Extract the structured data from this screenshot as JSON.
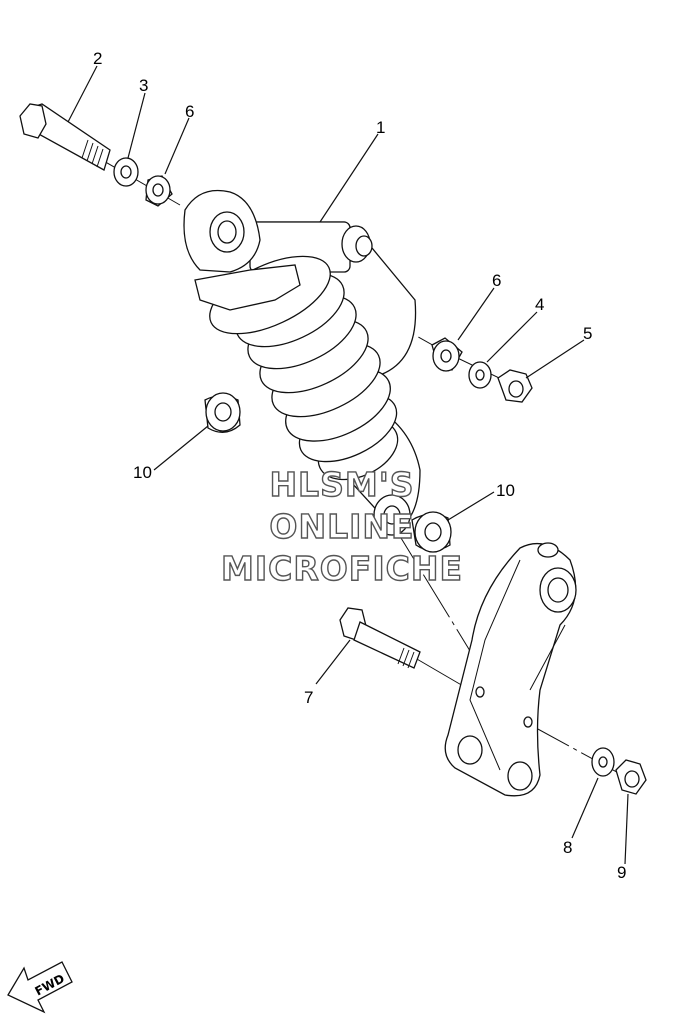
{
  "watermark": {
    "line1": "HLSM'S",
    "line2": "ONLINE",
    "line3": "MICROFICHE"
  },
  "callouts": {
    "c1": "1",
    "c2": "2",
    "c3": "3",
    "c4": "4",
    "c5": "5",
    "c6a": "6",
    "c6b": "6",
    "c7": "7",
    "c8": "8",
    "c9": "9",
    "c10a": "10",
    "c10b": "10"
  },
  "fwd_label": "FWD"
}
